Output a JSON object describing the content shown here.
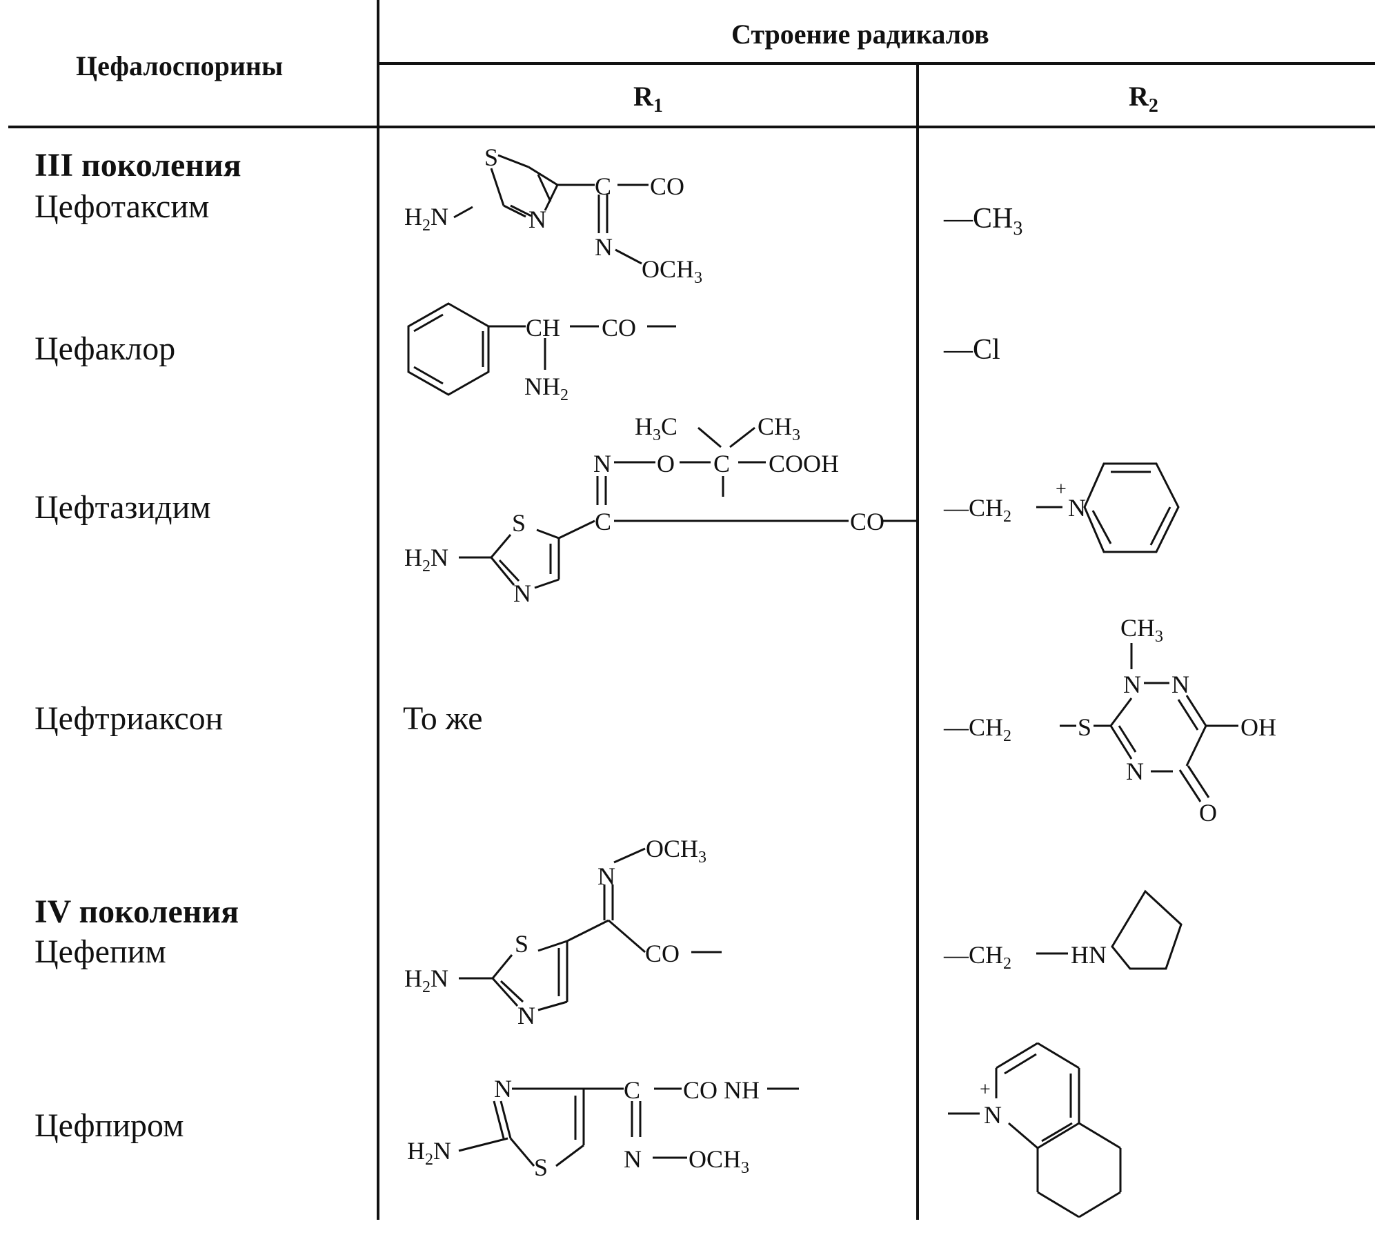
{
  "header": {
    "col1": "Цефалоспорины",
    "group": "Строение радикалов",
    "r1": "R",
    "r1_sub": "1",
    "r2": "R",
    "r2_sub": "2"
  },
  "rows": [
    {
      "generation": "III поколения",
      "name": "Цефотаксим",
      "r1": {
        "S": "S",
        "N_ring": "N",
        "amine": "H",
        "amine_sub": "2",
        "amine_n": "N",
        "C": "C",
        "CO": "CO",
        "N_oxime": "N",
        "OMe": "OCH",
        "OMe_sub": "3"
      },
      "r2": {
        "text": "—CH",
        "sub": "3"
      }
    },
    {
      "name": "Цефаклор",
      "r1": {
        "CH": "CH",
        "CO": "CO",
        "amine": "NH",
        "amine_sub": "2"
      },
      "r2": {
        "text": "—Cl"
      }
    },
    {
      "name": "Цефтазидим",
      "r1": {
        "me1": "H",
        "me1_sub": "3",
        "me1_c": "C",
        "me2": "CH",
        "me2_sub": "3",
        "N": "N",
        "O": "O",
        "Cq": "C",
        "COOH": "COOH",
        "C": "C",
        "CO": "CO",
        "S": "S",
        "N_ring": "N",
        "amine": "H",
        "amine_sub": "2",
        "amine_n": "N"
      },
      "r2": {
        "ch2": "—CH",
        "ch2_sub": "2",
        "plus": "+",
        "N": "N"
      }
    },
    {
      "name": "Цефтриаксон",
      "r1": {
        "same": "То же"
      },
      "r2": {
        "me": "CH",
        "me_sub": "3",
        "N1": "N",
        "N2": "N",
        "N3": "N",
        "ch2": "—CH",
        "ch2_sub": "2",
        "S": "S",
        "OH": "OH",
        "O": "O"
      }
    },
    {
      "generation": "IV поколения",
      "name": "Цефепим",
      "r1": {
        "OMe": "OCH",
        "OMe_sub": "3",
        "N_oxime": "N",
        "S": "S",
        "N_ring": "N",
        "amine": "H",
        "amine_sub": "2",
        "amine_n": "N",
        "CO": "CO"
      },
      "r2": {
        "ch2": "—CH",
        "ch2_sub": "2",
        "HN": "HN"
      }
    },
    {
      "name": "Цефпиром",
      "r1": {
        "N_ring": "N",
        "S": "S",
        "amine": "H",
        "amine_sub": "2",
        "amine_n": "N",
        "C": "C",
        "CONH": "CO NH",
        "N_oxime": "N",
        "OMe": "OCH",
        "OMe_sub": "3"
      },
      "r2": {
        "plus": "+",
        "N": "N"
      }
    }
  ]
}
